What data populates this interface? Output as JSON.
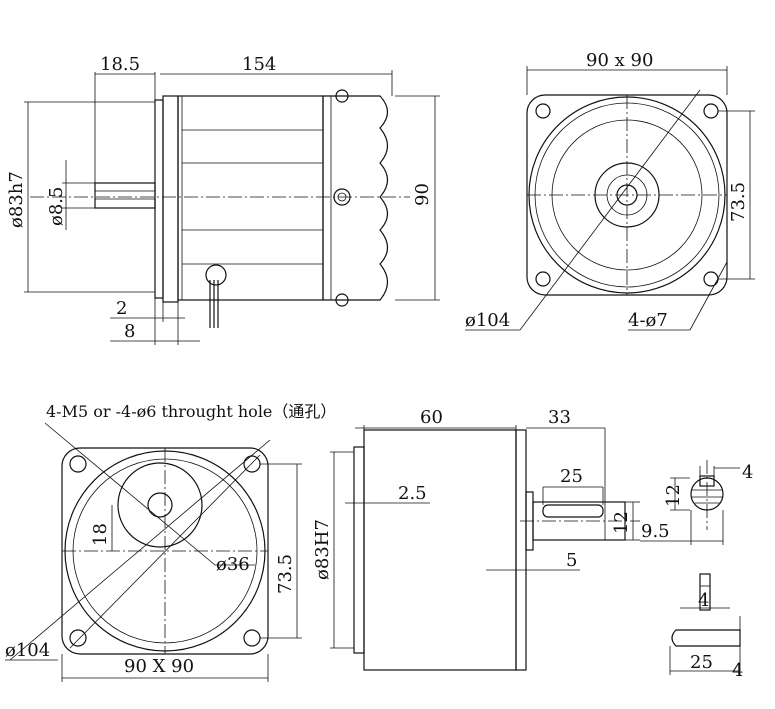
{
  "side_view": {
    "dim_shaft_length": "18.5",
    "dim_body_length": "154",
    "dim_pilot": "ø83h7",
    "dim_shaft_dia": "ø8.5",
    "dim_height": "90",
    "dim_flange_2": "2",
    "dim_flange_8": "8"
  },
  "front_view_top": {
    "dim_square": "90 x 90",
    "dim_bolt_spacing": "73.5",
    "dim_bolt_circle": "ø104",
    "dim_holes": "4-ø7"
  },
  "front_view_bottom": {
    "note_holes": "4-M5 or -4-ø6 throught hole（通孔）",
    "dim_18": "18",
    "dim_hub": "ø36",
    "dim_bolt_spacing": "73.5",
    "dim_bolt_circle": "ø104",
    "dim_square": "90 X 90"
  },
  "side_view_bottom": {
    "dim_body_length": "60",
    "dim_shaft_length": "33",
    "dim_pilot": "ø83H7",
    "dim_pilot_depth": "2.5",
    "dim_key_length": "25",
    "dim_shaft_dia": "12",
    "dim_shoulder": "5"
  },
  "key_details": {
    "dim_key_width": "4",
    "dim_shaft_dia": "12",
    "dim_flat": "9.5",
    "dim_key_thk": "4",
    "dim_key_length": "25",
    "dim_key_end": "4"
  }
}
